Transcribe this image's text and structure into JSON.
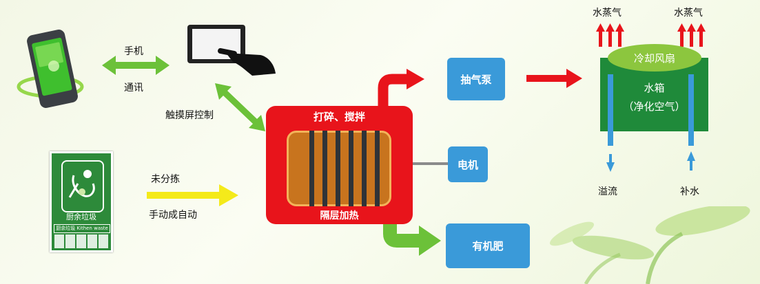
{
  "phone_link": {
    "label_top": "手机",
    "label_bottom": "通讯"
  },
  "touch_link": {
    "label": "触摸屏控制"
  },
  "bin": {
    "label": "厨余垃圾",
    "sublabel": "厨余垃圾 Kithen waste"
  },
  "manual_link": {
    "label_top": "未分拣",
    "label_bottom": "手动成自动"
  },
  "machine": {
    "top_label": "打碎、搅拌",
    "bottom_label": "隔层加热"
  },
  "pump": {
    "label": "抽气泵"
  },
  "motor": {
    "label": "电机"
  },
  "fertilizer": {
    "label": "有机肥"
  },
  "tank": {
    "fan_label": "冷却风扇",
    "title": "水箱",
    "subtitle": "（净化空气）",
    "steam_left": "水蒸气",
    "steam_right": "水蒸气",
    "overflow": "溢流",
    "refill": "补水"
  },
  "colors": {
    "red": "#e8141b",
    "green_arrow": "#6cc139",
    "blue": "#3a9ad9",
    "tank_green": "#1f8a3a",
    "fan_green": "#8cc63e",
    "yellow": "#f4ea1a",
    "heater_orange": "#c8741e"
  }
}
